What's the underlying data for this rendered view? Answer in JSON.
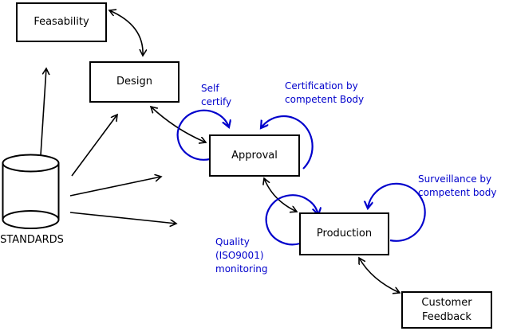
{
  "diagram": {
    "nodes": {
      "feasability": {
        "label": "Feasability"
      },
      "design": {
        "label": "Design"
      },
      "approval": {
        "label": "Approval"
      },
      "production": {
        "label": "Production"
      },
      "customer_feedback": {
        "lines": [
          "Customer",
          "Feedback"
        ]
      },
      "standards": {
        "label": "STANDARDS",
        "shape": "cylinder"
      }
    },
    "annotations": {
      "self_certify": {
        "lines": [
          "Self",
          "certify"
        ]
      },
      "certification": {
        "lines": [
          "Certification by",
          "competent Body"
        ]
      },
      "surveillance": {
        "lines": [
          "Surveillance by",
          "competent body"
        ]
      },
      "quality_monitoring": {
        "lines": [
          "Quality",
          "(ISO9001)",
          "monitoring"
        ]
      }
    },
    "edges": [
      {
        "from": "standards",
        "to": "feasability",
        "type": "arrow"
      },
      {
        "from": "standards",
        "to": "design",
        "type": "arrow"
      },
      {
        "from": "standards",
        "to": "approval",
        "type": "arrow"
      },
      {
        "from": "standards",
        "to": "production",
        "type": "arrow"
      },
      {
        "from": "feasability",
        "to": "design",
        "type": "double-arrow"
      },
      {
        "from": "design",
        "to": "approval",
        "type": "double-arrow"
      },
      {
        "from": "approval",
        "to": "production",
        "type": "double-arrow"
      },
      {
        "from": "production",
        "to": "customer_feedback",
        "type": "double-arrow"
      },
      {
        "node": "approval",
        "type": "self-loop",
        "label": "self_certify"
      },
      {
        "node": "approval",
        "type": "self-loop",
        "label": "certification"
      },
      {
        "node": "production",
        "type": "self-loop",
        "label": "quality_monitoring"
      },
      {
        "node": "production",
        "type": "self-loop",
        "label": "surveillance"
      }
    ],
    "colors": {
      "line": "#000000",
      "annotation": "#0000cc",
      "node_border": "#000000",
      "node_bg": "#ffffff"
    }
  }
}
